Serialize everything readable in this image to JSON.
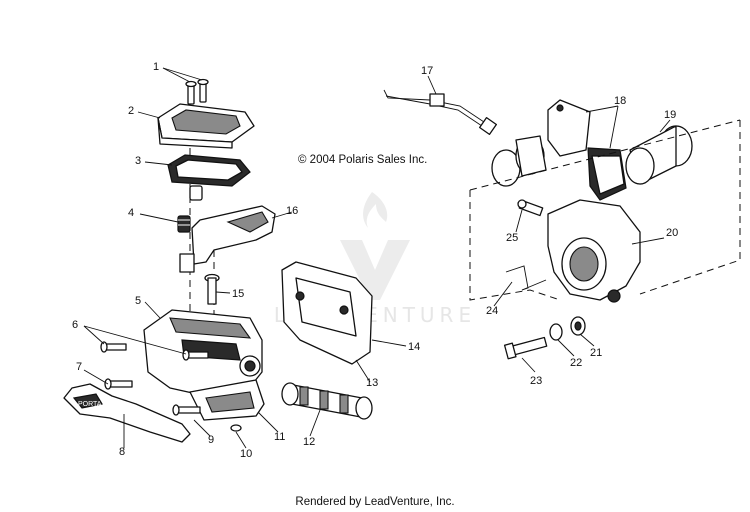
{
  "copyright": "© 2004 Polaris Sales Inc.",
  "footer": "Rendered by LeadVenture, Inc.",
  "watermark": {
    "text": "LEADVENTURE",
    "color": "#e6e6e6"
  },
  "callouts": {
    "c1": "1",
    "c2": "2",
    "c3": "3",
    "c4": "4",
    "c5": "5",
    "c6": "6",
    "c7": "7",
    "c8": "8",
    "c9": "9",
    "c10": "10",
    "c11": "11",
    "c12": "12",
    "c13": "13",
    "c14": "14",
    "c15": "15",
    "c16": "16",
    "c17": "17",
    "c18": "18",
    "c19": "19",
    "c20": "20",
    "c21": "21",
    "c22": "22",
    "c23": "23",
    "c24": "24",
    "c25": "25"
  }
}
